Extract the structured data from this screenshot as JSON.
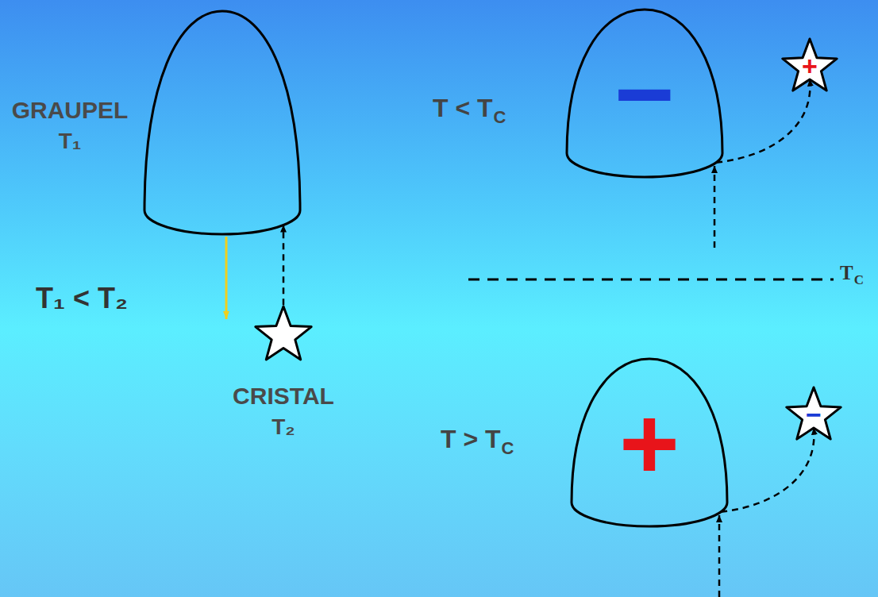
{
  "diagram": {
    "nodes": [
      {
        "text": [
          "GRAUPEL",
          "T₁"
        ]
      },
      {
        "text": [
          "CRISTAL",
          "T₂"
        ]
      },
      {
        "text": [
          "−"
        ]
      },
      {
        "text": [
          "+"
        ]
      },
      {
        "text": [
          "+"
        ]
      },
      {
        "text": [
          "−"
        ]
      }
    ],
    "edges": [
      {
        "from": 1,
        "to": 0,
        "arrow": "to"
      },
      {
        "from": 2,
        "to": 3,
        "arrow": "to"
      },
      {
        "from": 4,
        "to": 5,
        "arrow": "to"
      }
    ],
    "labels": [
      "T₁ < T₂",
      "T < T",
      "C",
      "T > T",
      "C",
      "T",
      "C"
    ]
  }
}
